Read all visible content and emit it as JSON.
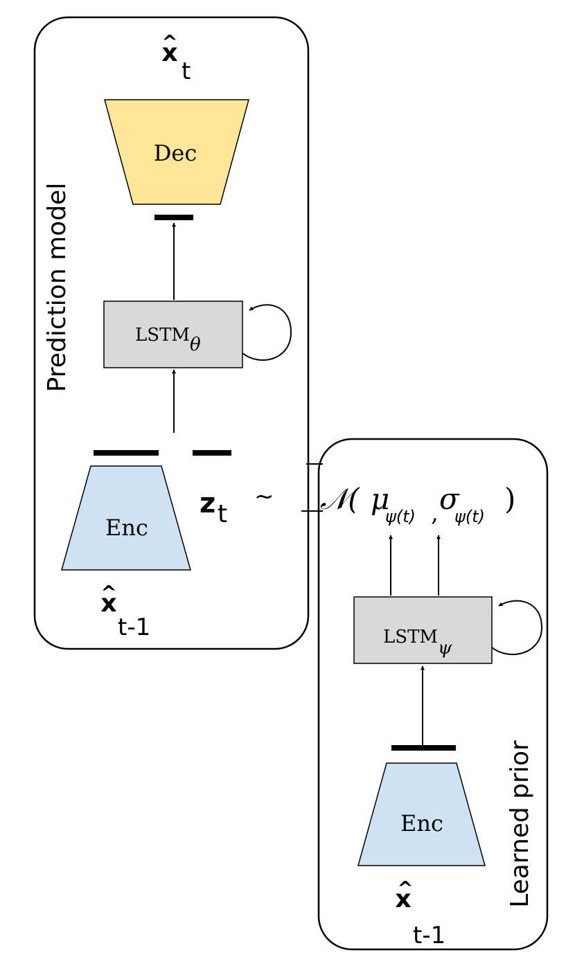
{
  "prediction_model": {
    "label": "Prediction model",
    "output": {
      "base": "x",
      "hat": "^",
      "sub": "t"
    },
    "decoder_label": "Dec",
    "lstm": {
      "base": "LSTM",
      "sub": "θ"
    },
    "encoder_label": "Enc",
    "input": {
      "base": "x",
      "hat": "^",
      "sub": "t-1"
    }
  },
  "latent": {
    "z": "z",
    "z_sub": "t",
    "tilde": "~",
    "dist": "𝒩(",
    "mu": "μ",
    "mu_sub": "ψ(t)",
    "comma": ",",
    "sigma": "σ",
    "sigma_sub": "ψ(t)",
    "close": ")"
  },
  "learned_prior": {
    "label": "Learned prior",
    "lstm": {
      "base": "LSTM",
      "sub": "ψ"
    },
    "encoder_label": "Enc",
    "input": {
      "base": "x",
      "hat": "^",
      "sub": "t-1"
    }
  },
  "colors": {
    "decoder_fill": "#FFE699",
    "encoder_fill": "#CFE2F3",
    "lstm_fill": "#D9D9D9",
    "stroke": "#000000"
  }
}
